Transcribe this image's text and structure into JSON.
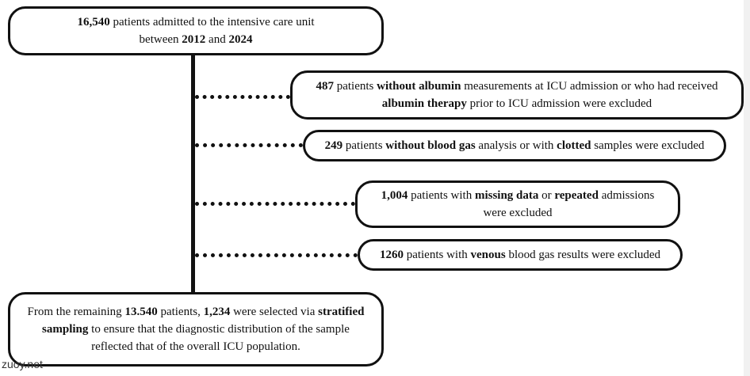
{
  "flowchart": {
    "top_box": {
      "count": "16,540",
      "t1": " patients admitted to the intensive care unit",
      "t2": "between ",
      "year_start": "2012",
      "t3": " and ",
      "year_end": "2024"
    },
    "exclusions": [
      {
        "count": "487",
        "t1": " patients ",
        "b1": "without albumin",
        "t2": " measurements at ICU admission or who had received",
        "b2": "albumin therapy",
        "t3": " prior to ICU admission were excluded"
      },
      {
        "count": "249",
        "t1": " patients ",
        "b1": "without blood gas",
        "t2": " analysis or with ",
        "b2": "clotted",
        "t3": " samples were excluded"
      },
      {
        "count": "1,004",
        "t1": " patients with ",
        "b1": "missing data",
        "t2": " or ",
        "b2": "repeated",
        "t3": " admissions",
        "t4": "were excluded"
      },
      {
        "count": "1260",
        "t1": " patients with ",
        "b1": "venous",
        "t2": " blood gas results were excluded"
      }
    ],
    "final_box": {
      "t1": "From the remaining ",
      "remaining": "13.540",
      "t2": " patients, ",
      "selected": "1,234",
      "t3": " were selected via ",
      "b1": "stratified",
      "b2": "sampling",
      "t4": " to ensure that the diagnostic distribution of the sample",
      "t5": "reflected that of the overall ICU population."
    }
  },
  "watermark": "zuoy.net"
}
